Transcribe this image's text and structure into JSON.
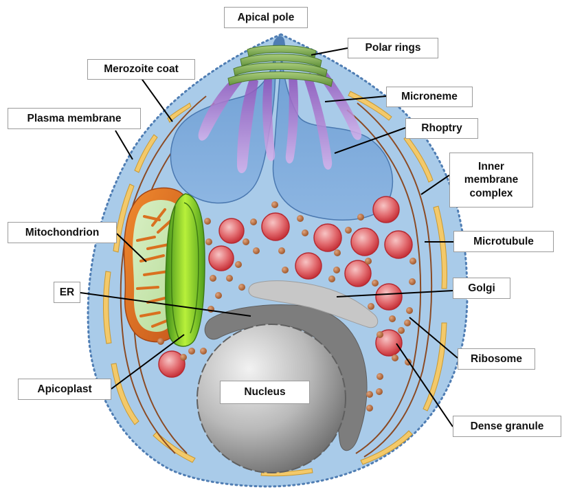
{
  "labels": {
    "apical_pole": "Apical pole",
    "polar_rings": "Polar rings",
    "merozoite_coat": "Merozoite coat",
    "microneme": "Microneme",
    "plasma_membrane": "Plasma membrane",
    "rhoptry": "Rhoptry",
    "inner_membrane_complex": [
      "Inner",
      "membrane",
      "complex"
    ],
    "mitochondrion": "Mitochondrion",
    "microtubule": "Microtubule",
    "er": "ER",
    "golgi": "Golgi",
    "ribosome": "Ribosome",
    "apicoplast": "Apicoplast",
    "nucleus": "Nucleus",
    "dense_granule": "Dense granule"
  },
  "colors": {
    "cell_fill": "#a9cbe9",
    "cell_dots": "#4f7db3",
    "imc_yellow": "#f3c96a",
    "microtubule_brown": "#8b4a23",
    "rhoptry_blue": "#7ea9d9",
    "microneme_purple": "#9a6bc0",
    "polar_ring_green": "#7fae53",
    "dense_granule_red": "#d9414a",
    "ribosome_brown": "#b5683a",
    "mitochondrion_orange": "#d9701f",
    "apicoplast_green": "#79c92c",
    "er_gray": "#7d7d7d",
    "golgi_gray": "#c7c7c7",
    "nucleus_gray": "#a0a0a0"
  }
}
